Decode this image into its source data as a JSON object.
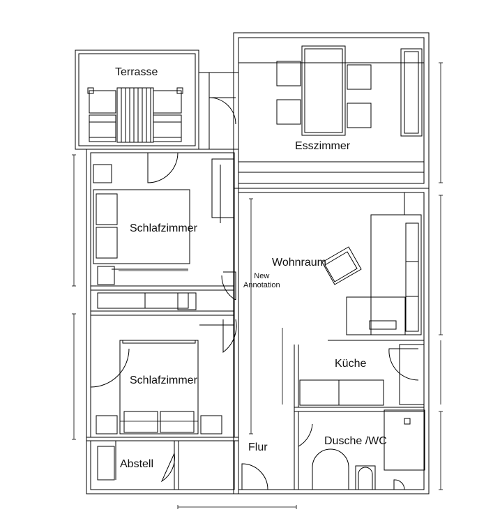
{
  "rooms": {
    "terrasse": "Terrasse",
    "esszimmer": "Esszimmer",
    "schlafzimmer_oben": "Schlafzimmer",
    "wohnraum": "Wohnraum",
    "kueche": "Küche",
    "schlafzimmer_unten": "Schlafzimmer",
    "flur": "Flur",
    "dusche_wc": "Dusche /WC",
    "abstell": "Abstell"
  },
  "annotation": {
    "line1": "New",
    "line2": "Annotation"
  },
  "colors": {
    "wall": "#000000",
    "background": "#ffffff",
    "furniture_fill": "#f2f2f2"
  }
}
